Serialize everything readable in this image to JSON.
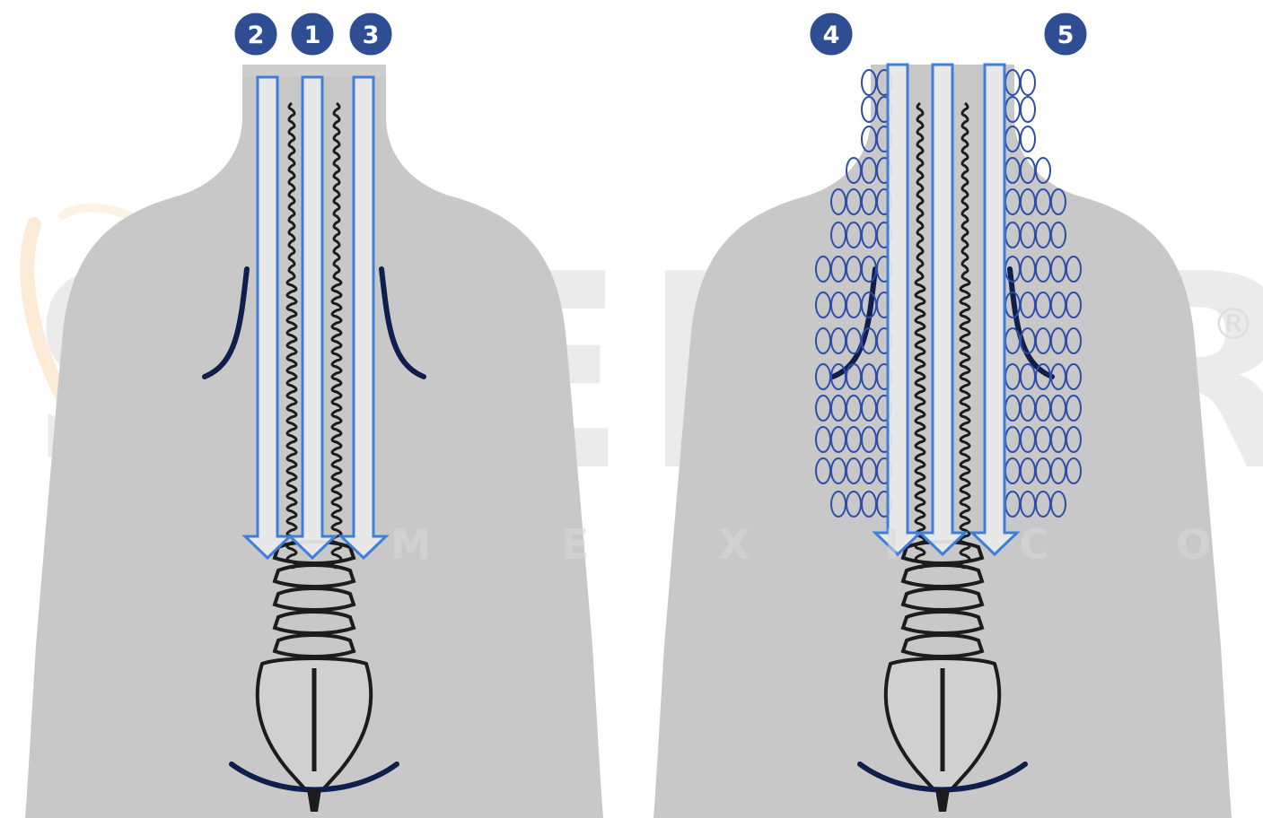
{
  "watermark": {
    "brand": "SCENAR",
    "sub_letters": [
      "M",
      "E",
      "X",
      "I",
      "C",
      "O"
    ],
    "registered": "®"
  },
  "colors": {
    "body": "#c8c8c8",
    "arrow_fill": "#eaeaea",
    "arrow_stroke": "#3f7fdc",
    "badge": "#2f4d93",
    "badge_ring": "#ffffff",
    "coil": "#2e4ea8",
    "bone": "#1c1c1c",
    "pelvis_curve": "#0f1e4a"
  },
  "figures": [
    {
      "id": "left",
      "badges": [
        {
          "label": "2"
        },
        {
          "label": "1"
        },
        {
          "label": "3"
        }
      ]
    },
    {
      "id": "right",
      "badges": [
        {
          "label": "4"
        },
        {
          "label": "5"
        }
      ]
    }
  ]
}
